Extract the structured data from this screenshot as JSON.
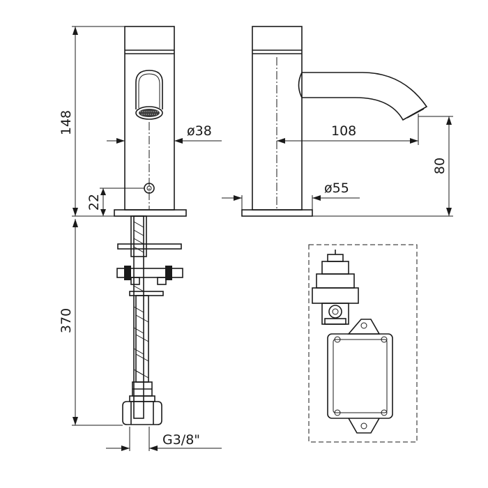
{
  "dimensions": {
    "height_body": "148",
    "height_hose": "370",
    "sensor_offset": "22",
    "body_diameter": "ø38",
    "spout_reach": "108",
    "spout_height": "80",
    "base_diameter": "ø55",
    "thread": "G3/8\""
  }
}
